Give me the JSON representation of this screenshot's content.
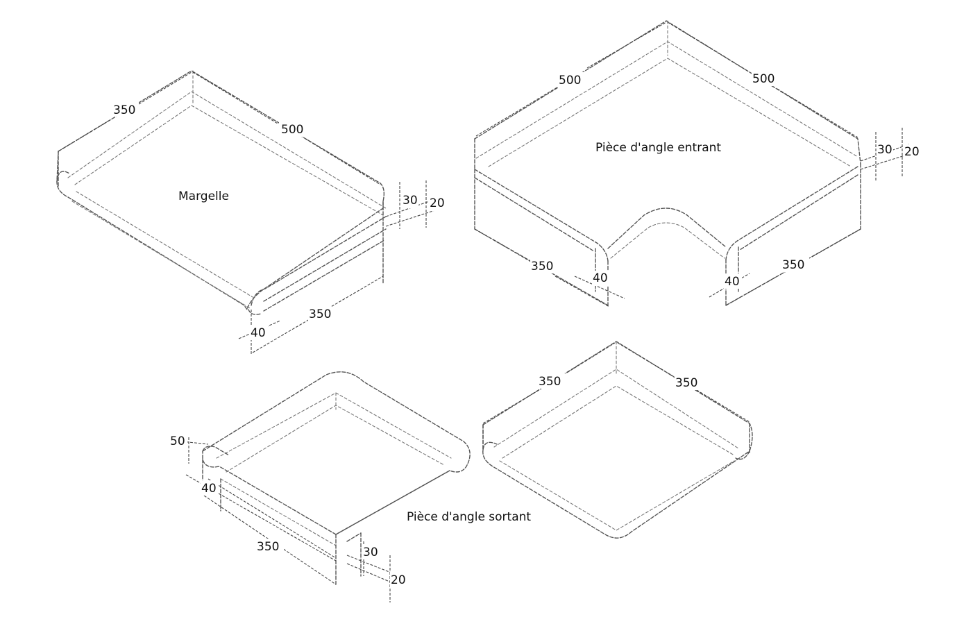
{
  "margelle": {
    "name": "Margelle",
    "dim_left_top": "350",
    "dim_right_top": "500",
    "dim_bottom": "350",
    "dim_nose": "40",
    "dim_thick_30": "30",
    "dim_thick_20": "20"
  },
  "entrant": {
    "name": "Pièce d'angle entrant",
    "dim_top_left": "500",
    "dim_top_right": "500",
    "dim_thick_30": "30",
    "dim_thick_20": "20",
    "dim_bottom_left": "350",
    "dim_bottom_right": "350",
    "dim_nose_left": "40",
    "dim_nose_right": "40"
  },
  "sortant": {
    "name": "Pièce d'angle sortant",
    "dim_height": "50",
    "dim_nose": "40",
    "dim_length": "350",
    "dim_thick_30": "30",
    "dim_thick_20": "20"
  },
  "corner_piece": {
    "dim_left": "350",
    "dim_right": "350"
  }
}
